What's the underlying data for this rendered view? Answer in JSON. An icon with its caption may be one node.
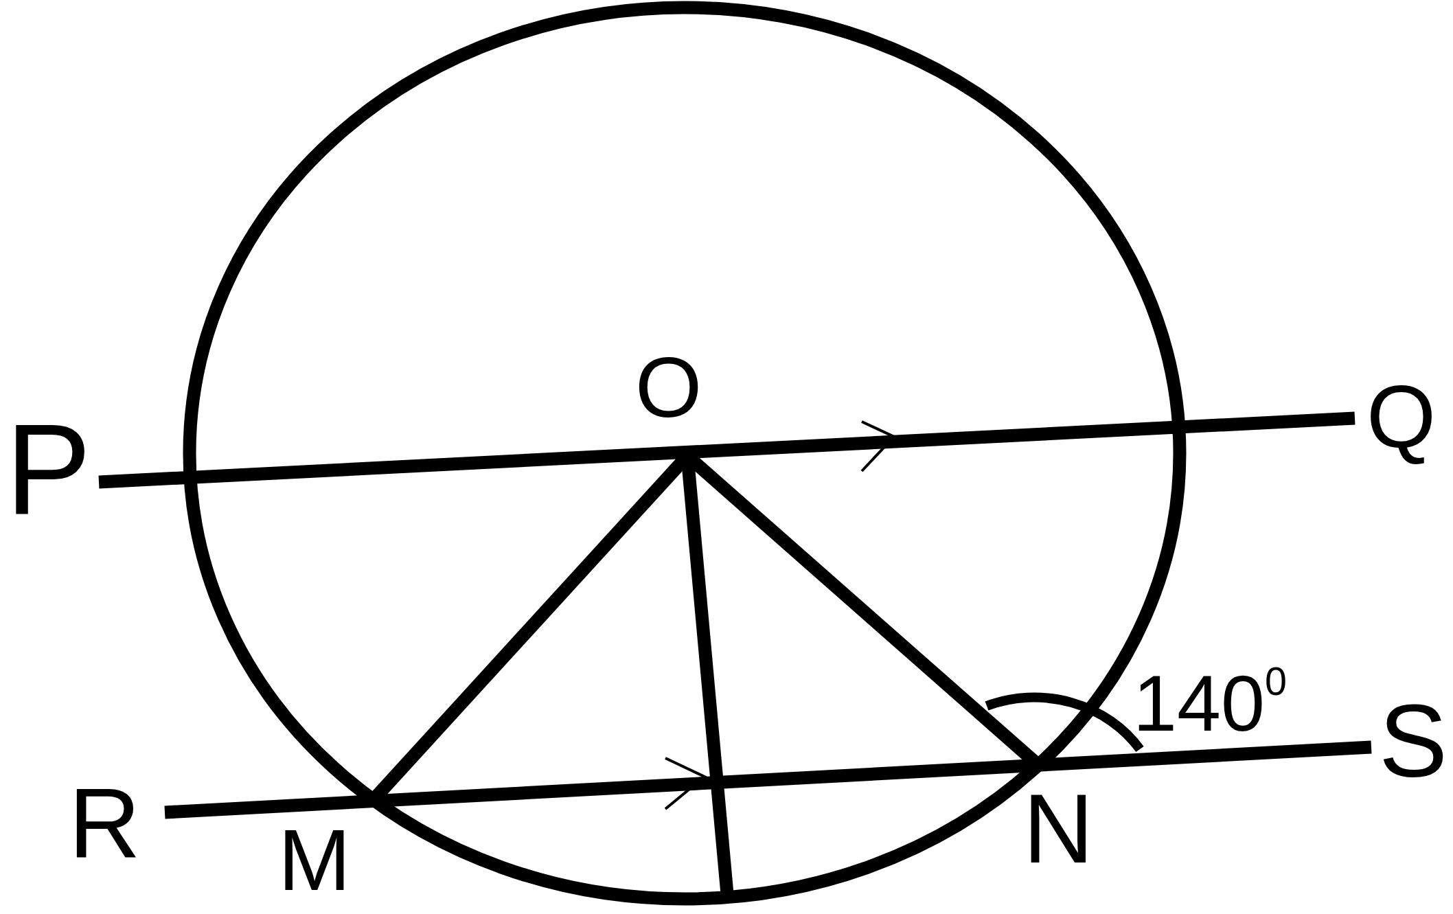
{
  "diagram": {
    "nodes": [
      {
        "text": [
          "P"
        ]
      },
      {
        "text": [
          "Q"
        ]
      },
      {
        "text": [
          "O"
        ]
      },
      {
        "text": [
          "R"
        ]
      },
      {
        "text": [
          "S"
        ]
      },
      {
        "text": [
          "M"
        ]
      },
      {
        "text": [
          "N"
        ]
      }
    ],
    "edges": [
      {
        "from": 0,
        "to": 1,
        "arrow": "none"
      },
      {
        "from": 3,
        "to": 4,
        "arrow": "none"
      },
      {
        "from": 2,
        "to": 5,
        "arrow": "none"
      },
      {
        "from": 2,
        "to": 6,
        "arrow": "none"
      },
      {
        "from": 2,
        "to": null,
        "arrow": "none"
      }
    ],
    "labels": [
      "140$^{0}$"
    ]
  }
}
